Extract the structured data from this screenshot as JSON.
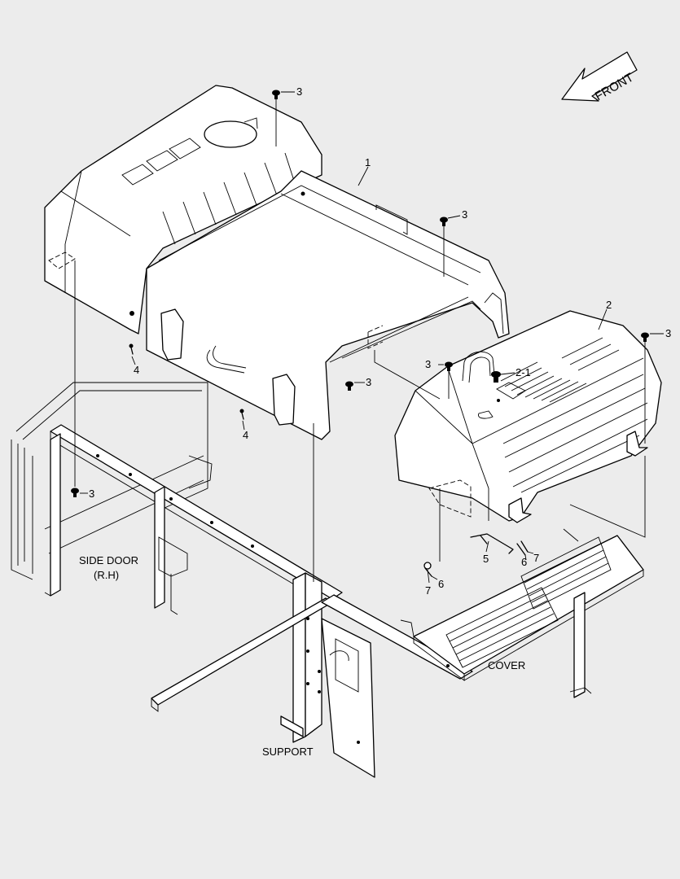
{
  "front_arrow": {
    "label": "FRONT"
  },
  "callouts": {
    "c1": "1",
    "c2": "2",
    "c2_1": "2-1",
    "c3a": "3",
    "c3b": "3",
    "c3c": "3",
    "c3d": "3",
    "c3e": "3",
    "c3f": "3",
    "c4a": "4",
    "c4b": "4",
    "c5": "5",
    "c6a": "6",
    "c6b": "6",
    "c7a": "7",
    "c7b": "7"
  },
  "labels": {
    "side_door_1": "SIDE DOOR",
    "side_door_2": "(R.H)",
    "cover": "COVER",
    "support": "SUPPORT"
  }
}
